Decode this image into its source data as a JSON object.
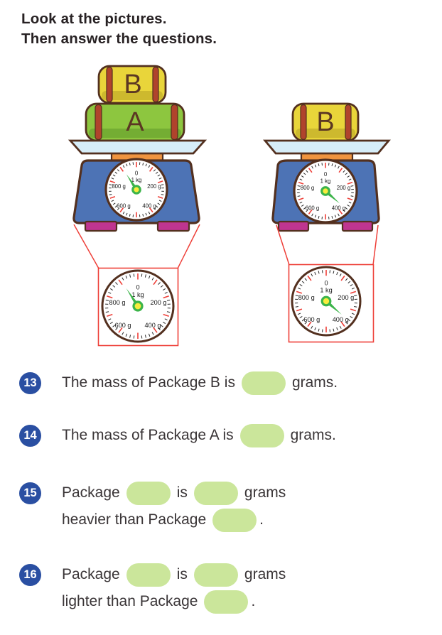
{
  "title": {
    "line1": "Look at the pictures.",
    "line2": "Then answer the questions."
  },
  "figure": {
    "dial": {
      "labels": {
        "zero": "0",
        "one_kg": "1 kg",
        "g200": "200 g",
        "g400": "400 g",
        "g600": "600 g",
        "g800": "800 g"
      },
      "tick_step_g": 20,
      "major_tick_step_g": 100,
      "full_scale_g": 1000
    },
    "scales": [
      {
        "description": "weighing scale holding packages B and A",
        "packages": [
          "B",
          "A"
        ],
        "indicated_mass_g": 900,
        "needle_angle_deg": 327
      },
      {
        "description": "weighing scale holding package B",
        "packages": [
          "B"
        ],
        "indicated_mass_g": 350,
        "needle_angle_deg": 131
      }
    ]
  },
  "questions": [
    {
      "number": "13",
      "pre": "The mass of Package B is",
      "post": "grams."
    },
    {
      "number": "14",
      "pre": "The mass of Package A is",
      "post": "grams."
    },
    {
      "number": "15",
      "l1a": "Package",
      "l1b": "is",
      "l1c": "grams",
      "l2a": "heavier than Package",
      "l2b": "."
    },
    {
      "number": "16",
      "l1a": "Package",
      "l1b": "is",
      "l1c": "grams",
      "l2a": "lighter than Package",
      "l2b": "."
    }
  ],
  "colors": {
    "tick_major": "#ee3f38",
    "tick_minor": "#2b2b2b",
    "needle_green": "#3cb44a",
    "hub_yellow": "#f8ec3d",
    "badge_blue": "#2a4fa2",
    "blank_green": "#cbe69b",
    "magnifier_red": "#ee3f38",
    "scale_blue": "#4d73b5",
    "plate_blue": "#d6edf8",
    "pedestal_orange": "#ef9440",
    "feet_magenta": "#bf3590",
    "package_yellow": "#e9d53a",
    "package_green": "#8dc63f",
    "strap_red": "#b0432c",
    "outline_brown": "#53301f"
  }
}
